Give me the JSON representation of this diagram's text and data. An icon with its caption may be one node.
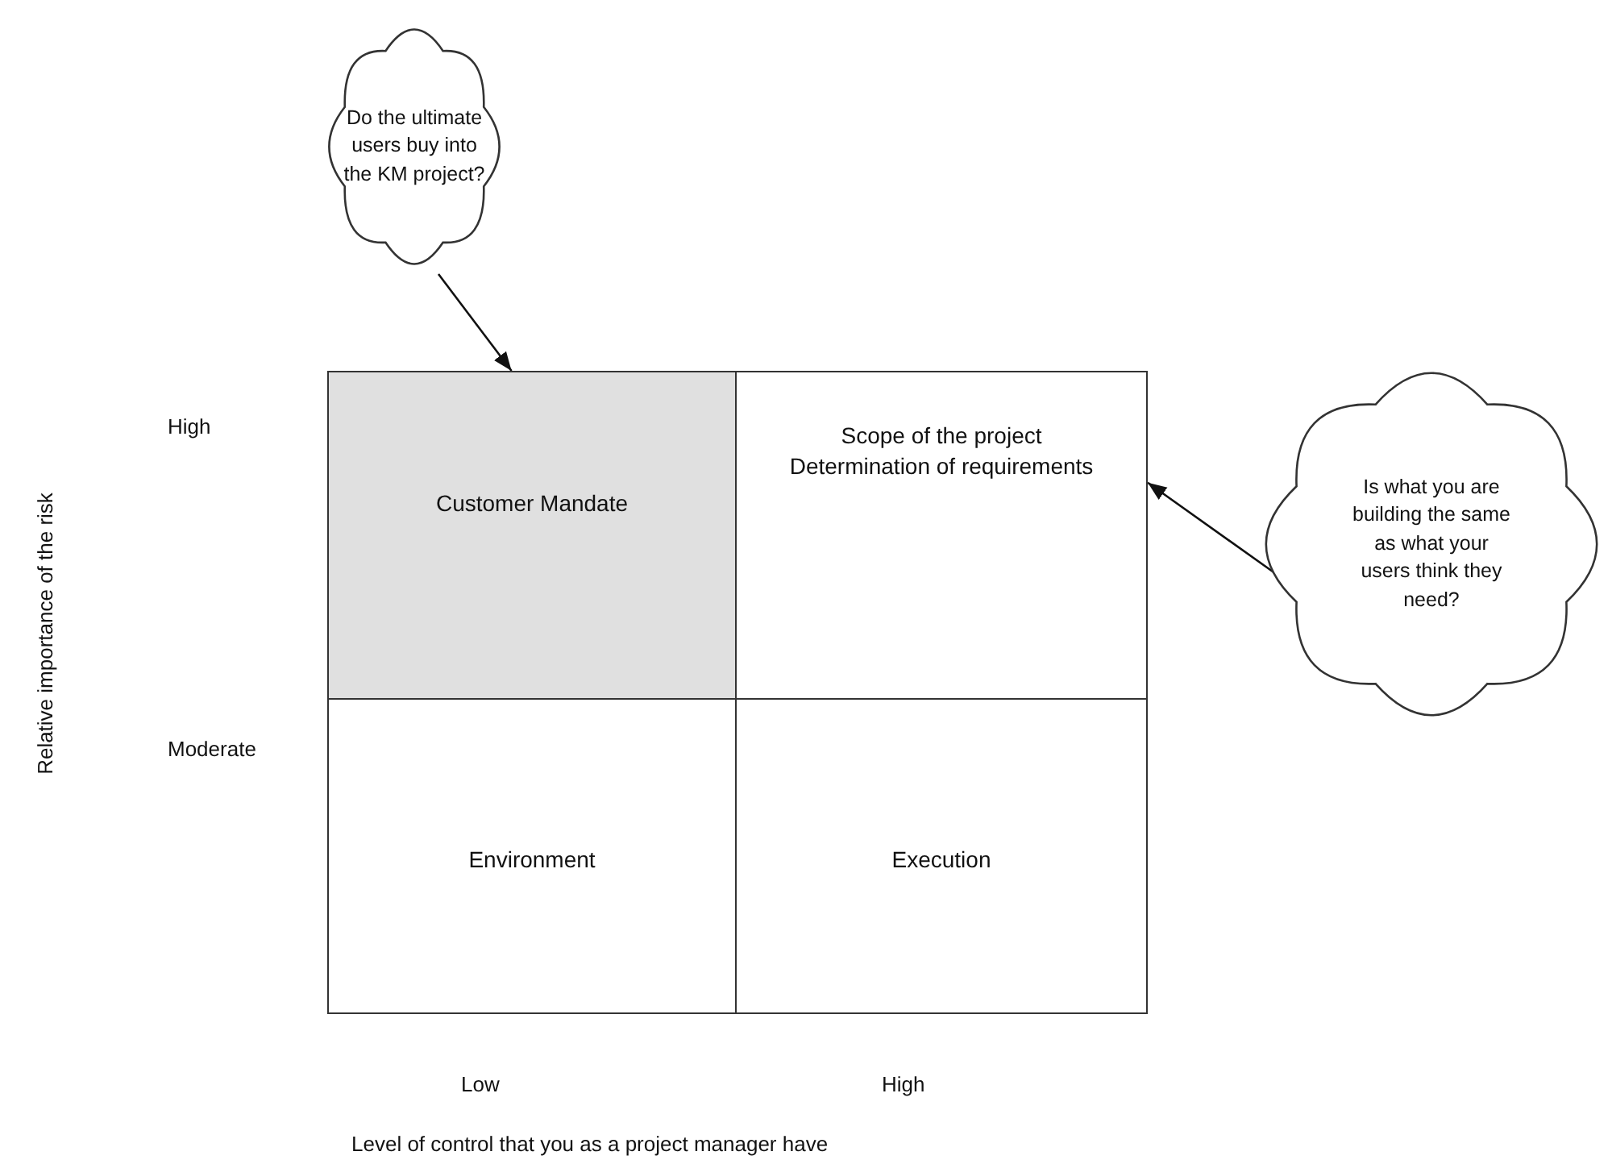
{
  "diagram": {
    "nodes": [
      {
        "text": [
          "Do the ultimate users buy into the KM project?"
        ]
      },
      {
        "text": [
          "Customer Mandate"
        ]
      },
      {
        "text": [
          "Scope of the project",
          "Determination of requirements"
        ]
      },
      {
        "text": [
          "Is what you are building the same as what your users think they need?"
        ]
      },
      {
        "text": [
          "Environment"
        ]
      },
      {
        "text": [
          "Execution"
        ]
      }
    ],
    "edges": [
      {
        "from": 0,
        "to": 1,
        "arrow": "to"
      },
      {
        "from": 3,
        "to": 2,
        "arrow": "to"
      }
    ],
    "labels": [
      "Relative importance of the risk",
      "High",
      "Moderate",
      "Low",
      "High",
      "Level of control that you as a project manager have"
    ]
  }
}
